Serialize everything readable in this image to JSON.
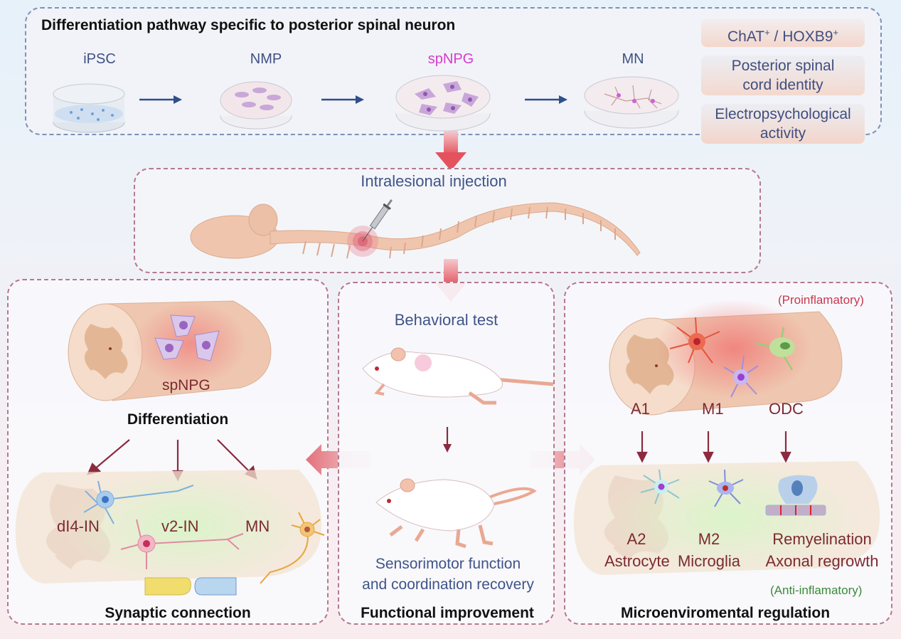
{
  "top_panel": {
    "title": "Differentiation pathway specific to posterior spinal neuron",
    "stages": [
      {
        "label": "iPSC",
        "color": "#3f5082"
      },
      {
        "label": "NMP",
        "color": "#3f5082"
      },
      {
        "label": "spNPG",
        "color": "#d63ccc"
      },
      {
        "label": "MN",
        "color": "#3f5082"
      }
    ],
    "properties": {
      "marker_base1": "ChAT",
      "marker_sup1": "+",
      "marker_sep": " / ",
      "marker_base2": "HOXB9",
      "marker_sup2": "+",
      "identity_line1": "Posterior spinal",
      "identity_line2": "cord identity",
      "activity_line1": "Electropsychological",
      "activity_line2": "activity"
    }
  },
  "injection_panel": {
    "label": "Intralesional injection"
  },
  "left_panel": {
    "cell_label": "spNPG",
    "process_title": "Differentiation",
    "neurons": [
      "dI4-IN",
      "v2-IN",
      "MN"
    ],
    "footer": "Synaptic connection"
  },
  "middle_panel": {
    "test_label": "Behavioral test",
    "outcome_line1": "Sensorimotor function",
    "outcome_line2": "and coordination recovery",
    "footer": "Functional improvement"
  },
  "right_panel": {
    "pro_label": "(Proinflamatory)",
    "pro_cells": [
      "A1",
      "M1",
      "ODC"
    ],
    "anti_cells": [
      {
        "line1": "A2",
        "line2": "Astrocyte"
      },
      {
        "line1": "M2",
        "line2": "Microglia"
      },
      {
        "line1": "Remyelination",
        "line2": "Axonal regrowth"
      }
    ],
    "anti_label": "(Anti-inflamatory)",
    "footer": "Microenviromental regulation"
  },
  "colors": {
    "blue_text": "#3f5488",
    "maroon_text": "#7c2a32",
    "pink_accent": "#d63ccc",
    "pro_red": "#c8384e",
    "anti_green": "#3a8a3a",
    "arrow_red": "#e4525e",
    "dash_blue": "#7b93b8",
    "dash_maroon": "#b57890"
  }
}
